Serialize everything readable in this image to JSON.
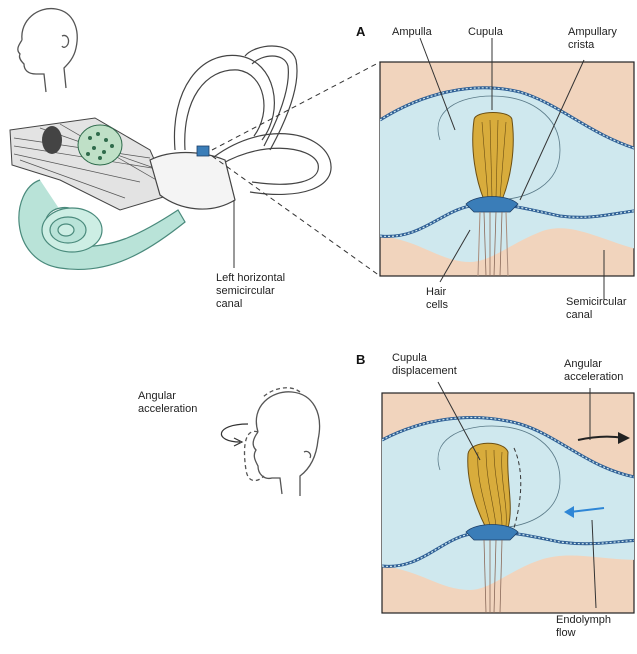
{
  "panels": {
    "a": {
      "letter": "A"
    },
    "b": {
      "letter": "B"
    }
  },
  "labels": {
    "ampulla": "Ampulla",
    "cupula": "Cupula",
    "ampullary_crista": "Ampullary\ncrista",
    "left_horizontal_canal": "Left horizontal\nsemicircular\ncanal",
    "hair_cells": "Hair\ncells",
    "semicircular_canal": "Semicircular\ncanal",
    "angular_acceleration_head": "Angular\nacceleration",
    "cupula_displacement": "Cupula\ndisplacement",
    "angular_acceleration_b": "Angular\nacceleration",
    "endolymph_flow": "Endolymph\nflow"
  },
  "colors": {
    "tissue": "#f1d4bd",
    "endolymph": "#cfe8ee",
    "canal_wall": "#2f5f95",
    "cupula": "#d8ac3c",
    "crista_blue": "#3a7db8",
    "cochlea": "#b9e3d8",
    "flow_arrow": "#2e86d6"
  }
}
